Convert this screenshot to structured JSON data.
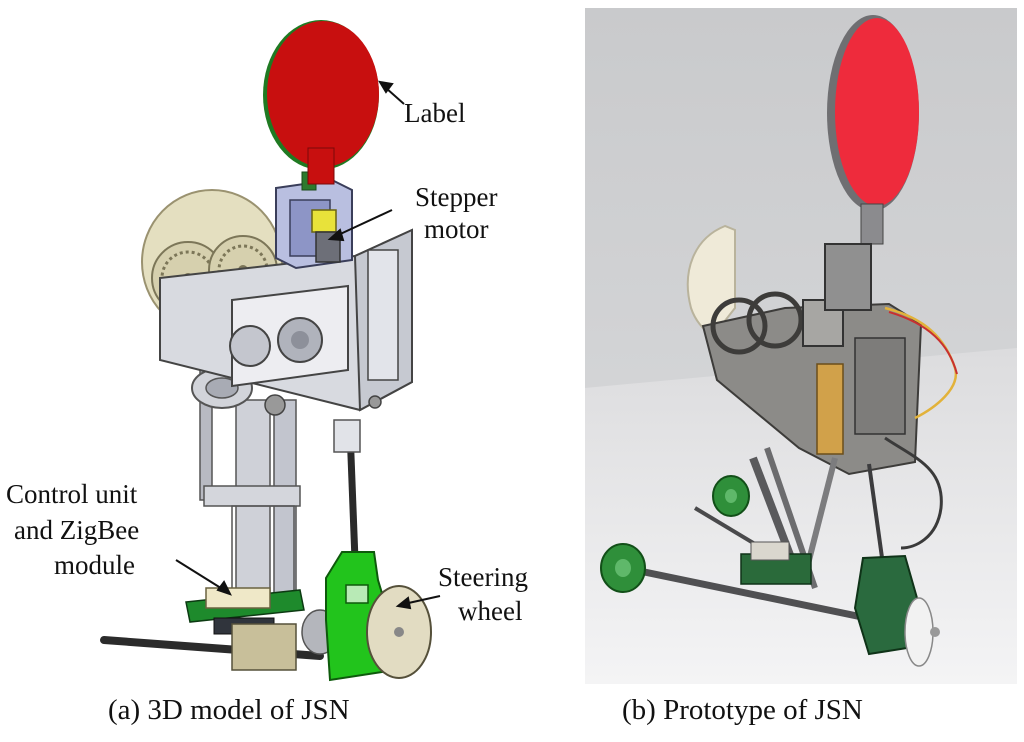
{
  "panel_a": {
    "callouts": {
      "label": "Label",
      "stepper_line1": "Stepper",
      "stepper_line2": "motor",
      "control_line1": "Control unit",
      "control_line2": "and ZigBee",
      "control_line3": "module",
      "steering_line1": "Steering",
      "steering_line2": "wheel"
    },
    "caption": "(a) 3D model of JSN"
  },
  "panel_b": {
    "caption": "(b) Prototype of JSN"
  },
  "colors": {
    "label_red": "#c80f0f",
    "frame_gray": "#c9ccd6",
    "frame_lavender": "#b9bfe0",
    "gear_beige": "#e4dfc0",
    "steering_green": "#22c41c",
    "board_green": "#1e8a2c",
    "photo_red": "#ee2b3c",
    "photo_bg": "#cfd0d2"
  },
  "icons": [
    "label-disc",
    "stepper-motor",
    "gear-wheel",
    "steering-wheel",
    "control-board",
    "axle"
  ]
}
